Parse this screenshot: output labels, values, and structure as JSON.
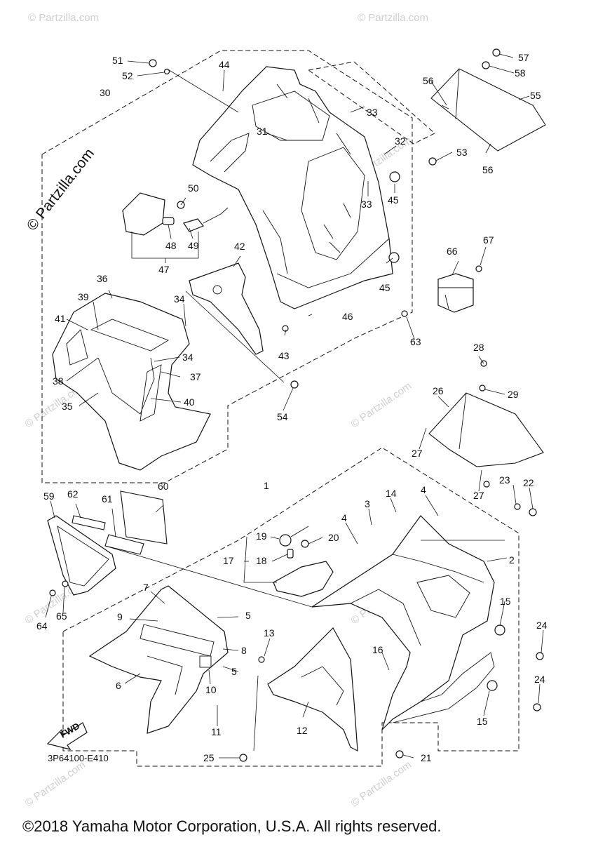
{
  "watermark": {
    "text": "© Partzilla.com"
  },
  "brand": {
    "text": "© Partzilla.com"
  },
  "fwd_label": "FWD",
  "reference_code": "3P64100-E410",
  "copyright": "©2018 Yamaha Motor Corporation, U.S.A. All rights reserved.",
  "callouts": [
    "1",
    "2",
    "3",
    "4",
    "5",
    "6",
    "7",
    "8",
    "9",
    "10",
    "11",
    "12",
    "13",
    "14",
    "15",
    "16",
    "17",
    "18",
    "19",
    "20",
    "21",
    "22",
    "23",
    "24",
    "25",
    "26",
    "27",
    "28",
    "29",
    "30",
    "31",
    "32",
    "33",
    "34",
    "35",
    "36",
    "37",
    "38",
    "39",
    "40",
    "41",
    "42",
    "43",
    "44",
    "45",
    "46",
    "47",
    "48",
    "49",
    "50",
    "51",
    "52",
    "53",
    "54",
    "55",
    "56",
    "57",
    "58",
    "59",
    "60",
    "61",
    "62",
    "63",
    "64",
    "65",
    "66",
    "67"
  ]
}
